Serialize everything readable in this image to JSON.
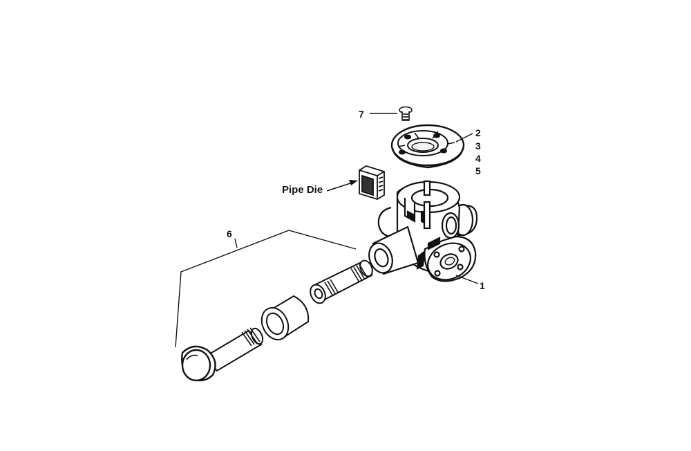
{
  "callouts": {
    "c1": "1",
    "c2": "2",
    "c3": "3",
    "c4": "4",
    "c5": "5",
    "c6": "6",
    "c7": "7",
    "pipe_die": "Pipe Die"
  },
  "colors": {
    "ink": "#111111",
    "paper": "#ffffff",
    "shade": "#222222"
  }
}
